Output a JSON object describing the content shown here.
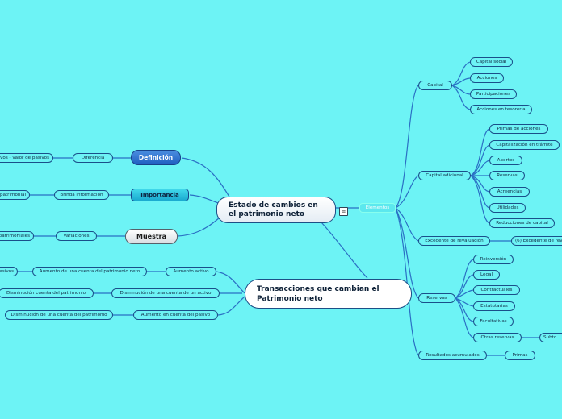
{
  "central": "Estado de cambios en el patrimonio neto",
  "transacciones": "Transacciones que cambian el Patrimonio neto",
  "left": {
    "definicion": "Definición",
    "diferencia": "Diferencia",
    "activos_pasivos": "activos - valor de pasivos",
    "importancia": "Importancia",
    "brinda": "Brinda información",
    "patrimonial": "patrimonial",
    "muestra": "Muestra",
    "variaciones": "Variaciones",
    "patrimoniales": "patrimoniales"
  },
  "trans_branch": {
    "aumento_activo": "Aumento activo",
    "aumento_cuenta_pn": "Aumento de una cuenta del patrimonio neto",
    "pasivos": "pasivos",
    "disminucion_activo": "Disminución de una cuenta de un activo",
    "disminucion_cuenta": "Disminución cuenta del patrimonio",
    "aumento_pasivo": "Aumento en cuenta del pasivo",
    "disminucion_cuenta_pn": "Disminución de una cuenta del patrimonio"
  },
  "elementos": "Elementos",
  "capital": {
    "label": "Capital",
    "items": [
      "Capital social",
      "Acciones",
      "Participaciones",
      "Acciones en tesorería"
    ]
  },
  "capital_adicional": {
    "label": "Capital adicional",
    "items": [
      "Primas de acciones",
      "Capitalización en trámite",
      "Aportes",
      "Reservas",
      "Acreencias",
      "Utilidades",
      "Reducciones de capital"
    ]
  },
  "excedente": {
    "label": "Excedente de revaluación",
    "child": "(6) Excedente de rev"
  },
  "reservas": {
    "label": "Reservas",
    "items": [
      "Reinversión",
      "Legal",
      "Contractuales",
      "Estatutarias",
      "Facultativas",
      "Otras reservas"
    ],
    "otras_child": "Subto"
  },
  "resultados": {
    "label": "Resultados acumulados",
    "child": "Primas"
  },
  "menu_icon": "≡"
}
